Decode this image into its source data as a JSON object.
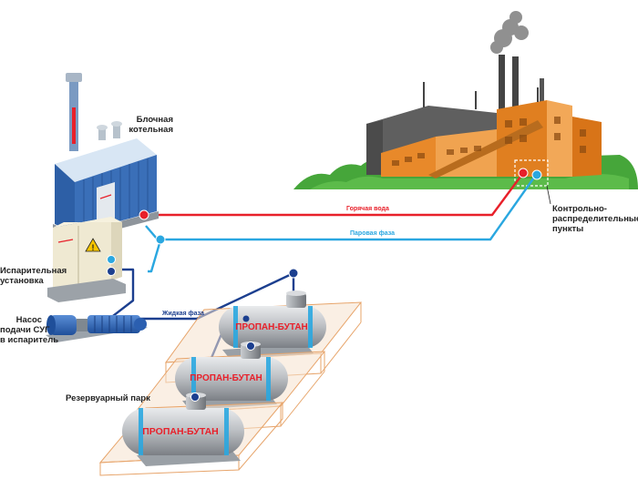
{
  "labels": {
    "boiler_house": [
      "Блочная",
      "котельная"
    ],
    "evaporator": [
      "Испарительная",
      "установка"
    ],
    "pump": [
      "Насос",
      "подачи СУГ",
      "в испаритель"
    ],
    "tank_farm": "Резервуарный парк",
    "control_points": [
      "Контрольно-",
      "распределительные",
      "пункты"
    ]
  },
  "pipes": {
    "hot_water": "Горячая вода",
    "vapor_phase": "Паровая фаза",
    "liquid_phase": "Жидкая фаза"
  },
  "tanks": {
    "label": "ПРОПАН-БУТАН"
  },
  "colors": {
    "hot_water": "#e8202a",
    "vapor_phase": "#2aa7e0",
    "liquid_phase": "#1c3f8f",
    "building_blue": "#2d5fa6",
    "factory_orange": "#e8892a",
    "factory_gray": "#555555",
    "greenery": "#46a63a",
    "tank_silver": "#b9bcc0",
    "pit_orange": "#e7a46a"
  }
}
